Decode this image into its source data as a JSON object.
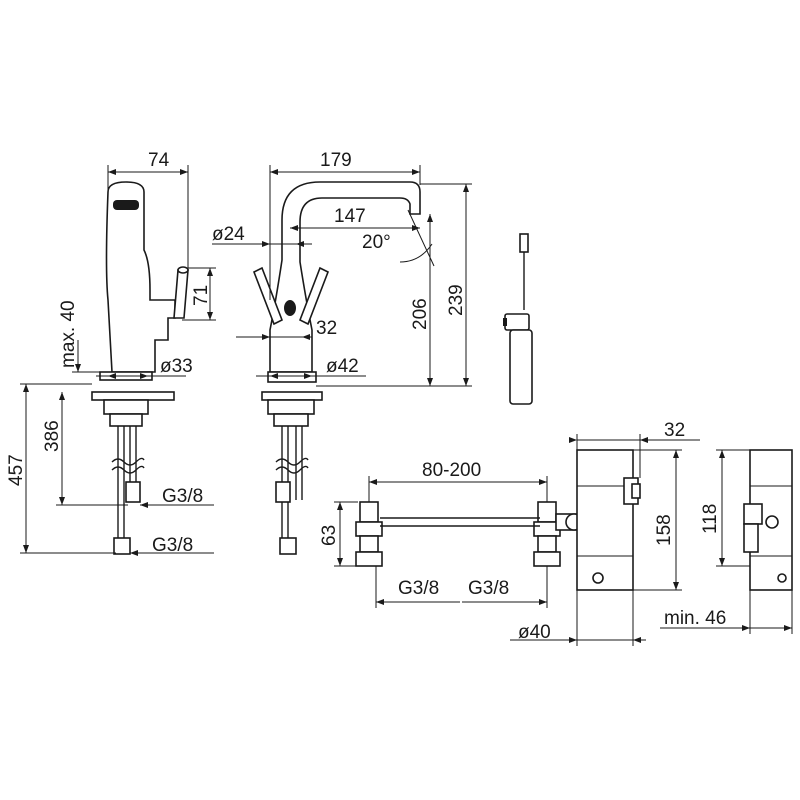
{
  "labels": {
    "d74": "74",
    "d179": "179",
    "d147": "147",
    "d20deg": "20°",
    "d24": "ø24",
    "d71": "71",
    "max40": "max. 40",
    "d32_top": "32",
    "d33": "ø33",
    "d42": "ø42",
    "d206": "206",
    "d239": "239",
    "d457": "457",
    "d386": "386",
    "g38_a": "G3/8",
    "g38_b": "G3/8",
    "d80_200": "80-200",
    "d63": "63",
    "g38_c": "G3/8",
    "g38_d": "G3/8",
    "d32_right": "32",
    "d158": "158",
    "d118": "118",
    "d40": "ø40",
    "min46": "min. 46"
  }
}
